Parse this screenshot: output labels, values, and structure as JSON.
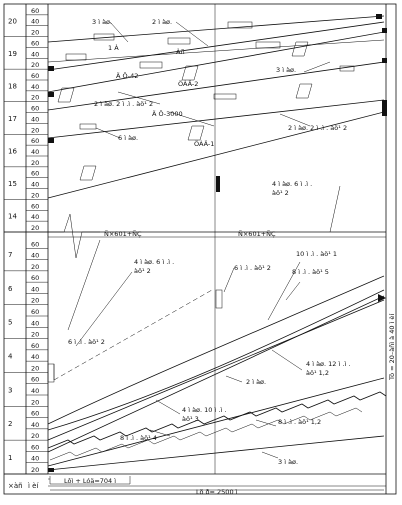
{
  "scale": {
    "rows": [
      {
        "floor": "20",
        "ticks": [
          "60",
          "40",
          "20"
        ]
      },
      {
        "floor": "19",
        "ticks": [
          "60",
          "40",
          "20"
        ]
      },
      {
        "floor": "18",
        "ticks": [
          "60",
          "40",
          "20"
        ]
      },
      {
        "floor": "17",
        "ticks": [
          "60",
          "40",
          "20"
        ]
      },
      {
        "floor": "16",
        "ticks": [
          "60",
          "40",
          "20"
        ]
      },
      {
        "floor": "15",
        "ticks": [
          "60",
          "40",
          "20"
        ]
      },
      {
        "floor": "14",
        "ticks": [
          "60",
          "40",
          "20"
        ]
      },
      {
        "floor": "7",
        "ticks": [
          "60",
          "40",
          "20"
        ]
      },
      {
        "floor": "6",
        "ticks": [
          "60",
          "40",
          "20"
        ]
      },
      {
        "floor": "5",
        "ticks": [
          "60",
          "40",
          "20"
        ]
      },
      {
        "floor": "4",
        "ticks": [
          "60",
          "40",
          "20"
        ]
      },
      {
        "floor": "3",
        "ticks": [
          "60",
          "40",
          "20"
        ]
      },
      {
        "floor": "2",
        "ticks": [
          "60",
          "40",
          "20"
        ]
      },
      {
        "floor": "1",
        "ticks": [
          "60",
          "40",
          "20"
        ]
      }
    ],
    "bottom_label_a": "×àñ",
    "bottom_label_b": "ì èí"
  },
  "labels": {
    "top_1": "3 ì àø.",
    "top_2": "2 ì àø.",
    "top_3": "1 À",
    "top_4": "Àñ",
    "r19_1": "3 ì àø.",
    "r18_a": "Ä Ö-42",
    "r18_b": "ÖÀÄ-2",
    "r18_c": "2 ì àø. 2 ì .ì . àö¹ 2",
    "r17_a": "Ä Ö-3000",
    "r17_b": "2 ì àø. 2 ì .ì . àö¹ 2",
    "r16_a": "6 ì àø.",
    "r16_b": "ÖÀÄ-1",
    "r15_a": "4 ì àø. 6 ì .ì .",
    "r15_b": "àö¹ 2",
    "break_1": "Ñ×601+ÑÇ",
    "break_2": "Ñ×601+ÑÇ",
    "r7_a": "4 ì àø. 6 ì .ì .",
    "r7_b": "àö¹ 2",
    "r7_c": "10 ì .ì . àö¹ 1",
    "r6_a": "6 ì .ì . àö¹ 2",
    "r6_b": "8 ì .ì . àö¹ 5",
    "r4_a": "6 ì .ì . àö¹ 2",
    "r3_a": "4 ì àø. 12 ì .ì .",
    "r3_b": "àö¹ 1,2",
    "r3_c": "2 ì àø.",
    "r2_a": "4 ì àø. 10 ì .ì .",
    "r2_b": "àö¹ 3",
    "r2_c": "8 ì .ì . àö¹ 1,2",
    "r1_a": "8 ì .ì . àö¹ 4",
    "r1_b": "3 ì àø.",
    "right_axis": "Tö = 20–àñì à 40 ì èí",
    "dim_short": "Lôì + Lóä=704 ì",
    "dim_total": "Lö ð= 2500 ì"
  }
}
